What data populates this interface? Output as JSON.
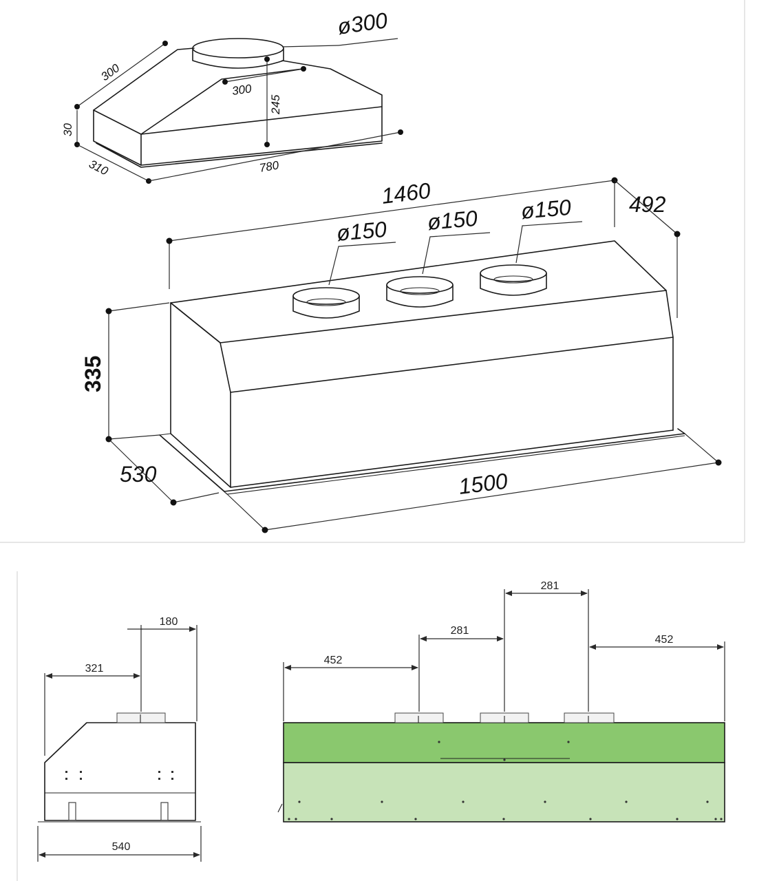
{
  "colors": {
    "band_upper": "#8ac86e",
    "band_lower": "#c7e3b8",
    "line": "#1a1a1a",
    "frame": "#e6e6e6"
  },
  "top_drawing": {
    "diameter": "ø300",
    "depth_left": "300",
    "flange_height": "30",
    "depth_bottom": "310",
    "collar_offset": "300",
    "height": "245",
    "width": "780"
  },
  "main_drawing": {
    "top_width": "1460",
    "top_depth": "492",
    "outlets": [
      "ø150",
      "ø150",
      "ø150"
    ],
    "height": "335",
    "bottom_depth": "530",
    "bottom_width": "1500"
  },
  "side_view": {
    "offset_left": "321",
    "outlet_width": "180",
    "total_depth": "540"
  },
  "front_view": {
    "left_offset": "452",
    "spacing_1": "281",
    "spacing_2": "281",
    "right_offset": "452"
  }
}
